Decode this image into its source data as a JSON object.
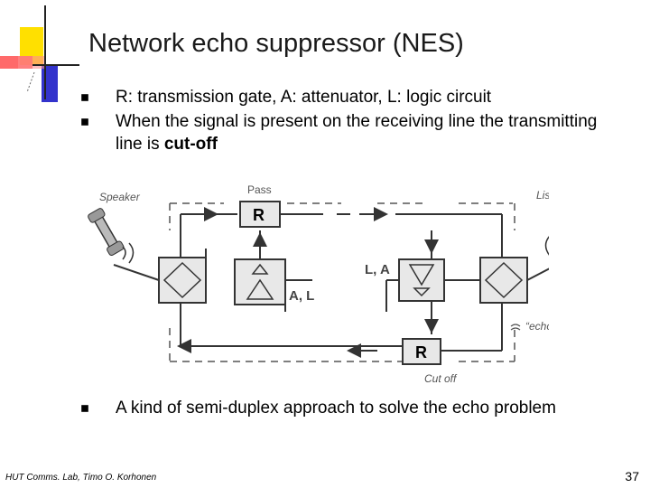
{
  "slide": {
    "title": "Network echo suppressor (NES)",
    "bullets": [
      {
        "text": "R: transmission gate, A: attenuator, L: logic circuit"
      },
      {
        "text_before": "When the signal is present on the receiving line the transmitting line is ",
        "bold": "cut-off"
      },
      {
        "text": "A kind of semi-duplex approach to solve the echo problem"
      }
    ],
    "footer": "HUT Comms. Lab, Timo O. Korhonen",
    "page_number": "37"
  },
  "diagram": {
    "speaker_label": "Speaker",
    "listener_label": "Listener",
    "pass_label": "Pass",
    "cutoff_label": "Cut off",
    "echo_label": "“echo”",
    "gate_top_label": "R",
    "gate_bottom_label": "R",
    "al_left_label": "A, L",
    "la_right_label": "L, A"
  },
  "colors": {
    "deco_yellow": "#ffe000",
    "deco_blue": "#3333cc",
    "deco_red": "#ff3b3b"
  }
}
